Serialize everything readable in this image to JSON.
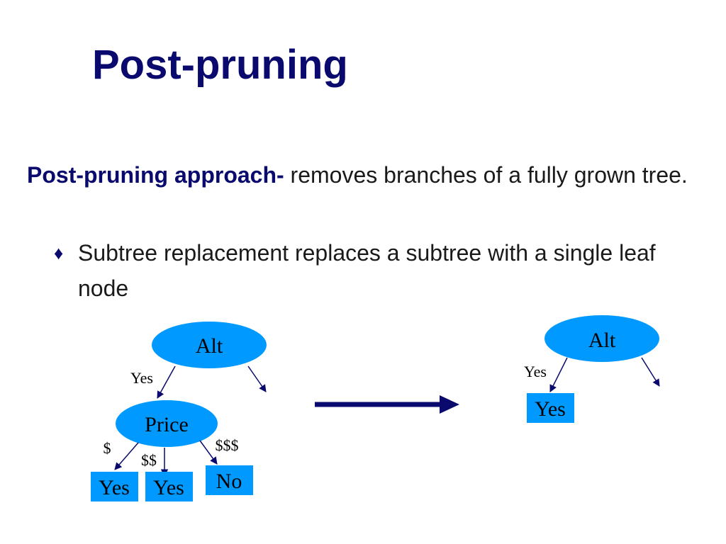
{
  "slide": {
    "title": "Post-pruning",
    "bullet_main": {
      "lead": "Post-pruning approach-",
      "text": "removes branches of a fully grown tree."
    },
    "bullet_sub": {
      "marker": "♦",
      "text": "Subtree replacement replaces a subtree with a single leaf node"
    }
  },
  "diagram": {
    "colors": {
      "node_fill": "#0099ff",
      "arrow": "#0a0a6e",
      "text": "#000000"
    },
    "left_tree": {
      "root": "Alt",
      "root_edge_label": "Yes",
      "child": "Price",
      "child_edge_labels": [
        "$",
        "$$",
        "$$$"
      ],
      "leaves": [
        "Yes",
        "Yes",
        "No"
      ]
    },
    "right_tree": {
      "root": "Alt",
      "root_edge_label": "Yes",
      "leaf": "Yes"
    }
  }
}
